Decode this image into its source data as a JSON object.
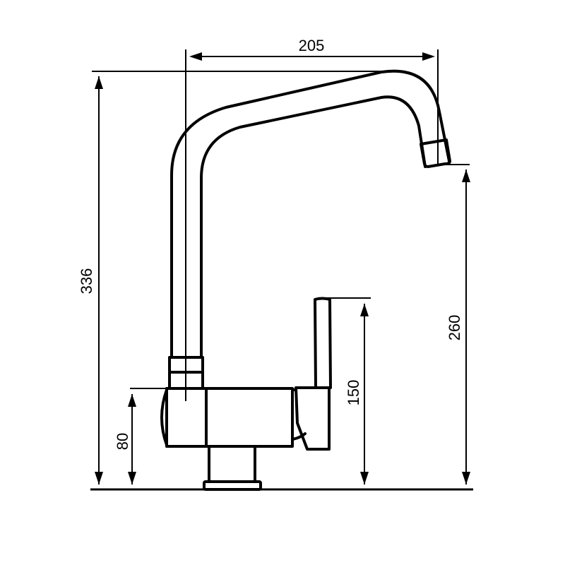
{
  "diagram": {
    "subject": "Kitchen mixer faucet with swivel spout and side lever — technical dimension drawing",
    "units": "mm",
    "colors": {
      "line": "#000000",
      "background": "#ffffff"
    },
    "dimensions": {
      "spout_reach": {
        "label": "205",
        "orientation": "horizontal"
      },
      "total_height": {
        "label": "336",
        "orientation": "vertical"
      },
      "spout_outlet_height": {
        "label": "260",
        "orientation": "vertical"
      },
      "lever_height": {
        "label": "150",
        "orientation": "vertical"
      },
      "body_height": {
        "label": "80",
        "orientation": "vertical"
      }
    },
    "parts": [
      "spout",
      "spout-nozzle",
      "swivel-ring",
      "body",
      "lever-handle",
      "base-pedestal",
      "mounting-surface"
    ]
  }
}
